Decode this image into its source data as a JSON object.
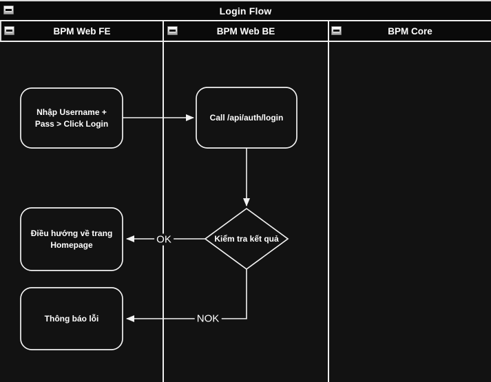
{
  "diagram": {
    "title": "Login Flow",
    "lanes": [
      {
        "label": "BPM Web FE"
      },
      {
        "label": "BPM Web BE"
      },
      {
        "label": "BPM Core"
      }
    ],
    "nodes": {
      "input_login": {
        "lines": [
          "Nhập Username +",
          "Pass > Click Login"
        ]
      },
      "call_api": {
        "label": "Call /api/auth/login"
      },
      "check_result": {
        "label": "Kiểm tra kết quả"
      },
      "redirect_home": {
        "lines": [
          "Điều hướng về trang",
          "Homepage"
        ]
      },
      "error_note": {
        "label": "Thông báo lỗi"
      }
    },
    "edge_labels": {
      "ok": "OK",
      "nok": "NOK"
    },
    "icons": {
      "collapse": "collapse-minus"
    },
    "colors": {
      "background": "#121212",
      "panel_fill": "#0a0a0a",
      "stroke": "#f2f2f2",
      "text": "#ffffff",
      "chrome_border": "#d9d9d9"
    }
  }
}
